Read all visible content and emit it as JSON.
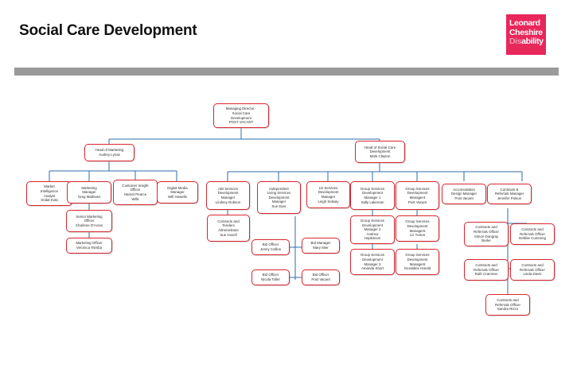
{
  "header": {
    "title": "Social Care Development",
    "logo": {
      "line1": "Leonard",
      "line2": "Cheshire",
      "line3a": "Dis",
      "line3b": "ability"
    }
  },
  "colors": {
    "node_border": "#d9262e",
    "connector": "#2e6da4",
    "brand_pink": "#e8275a",
    "header_bar": "#9a9a9a",
    "text": "#2b2b2b"
  },
  "chart": {
    "type": "org-chart",
    "nodes": [
      {
        "id": "managing-director",
        "lines": [
          "Managing Director -",
          "Social Care",
          "Development",
          "POST VACANT"
        ]
      },
      {
        "id": "head-of-marketing",
        "lines": [
          "Head of Marketing",
          "Audrey Lynas"
        ]
      },
      {
        "id": "head-of-social-care-development",
        "lines": [
          "Head of Social Care",
          "Development",
          "Mark Clayton"
        ]
      },
      {
        "id": "market-intelligence-analyst",
        "lines": [
          "Market",
          "Intelligence",
          "Analyst",
          "Sridal Kota"
        ]
      },
      {
        "id": "marketing-manager",
        "lines": [
          "Marketing",
          "Manager",
          "Greg Mathews"
        ]
      },
      {
        "id": "customer-insight-officer",
        "lines": [
          "Customer Insight",
          "Officer",
          "Harriet Pearce",
          "Wills"
        ]
      },
      {
        "id": "digital-media-manager",
        "lines": [
          "Digital Media",
          "Manager",
          "Will Howells"
        ]
      },
      {
        "id": "senior-marketing-officer",
        "lines": [
          "Senior Marketing",
          "Officer",
          "Charlene D'Acres"
        ]
      },
      {
        "id": "marketing-officer",
        "lines": [
          "Marketing Officer",
          "Veronica Tsimba"
        ]
      },
      {
        "id": "abi-services-development-manager",
        "lines": [
          "ABI Services",
          "Development",
          "Manager",
          "Lindsey Dobson"
        ]
      },
      {
        "id": "independent-living-services-development-manager",
        "lines": [
          "Independent",
          "Living Services",
          "Development",
          "Manager",
          "Sue Dyer"
        ]
      },
      {
        "id": "ld-services-development-manager",
        "lines": [
          "LD Services",
          "Development",
          "Manager",
          "Leigh Selway"
        ]
      },
      {
        "id": "group-services-development-manager-1",
        "lines": [
          "Group Services",
          "Development",
          "Manager 1",
          "Sally Lakeman"
        ]
      },
      {
        "id": "group-services-development-manager-4",
        "lines": [
          "Group Services",
          "Development",
          "Manager4",
          "Post Vacant"
        ]
      },
      {
        "id": "accomodation-design-manager",
        "lines": [
          "Accomodation",
          "Design Manager",
          "Post Vacant"
        ]
      },
      {
        "id": "contracts-referrals-manager",
        "lines": [
          "Contracts &",
          "Referrals Manager",
          "Jennifer Polson"
        ]
      },
      {
        "id": "contracts-and-tenders-administrator",
        "lines": [
          "Contracts and",
          "Tenders",
          "Administrator",
          "Sue Hovell"
        ]
      },
      {
        "id": "group-services-development-manager-2",
        "lines": [
          "Group Services",
          "Development",
          "Manager 2",
          "Andrew",
          "Hopkinson"
        ]
      },
      {
        "id": "group-services-development-manager-5",
        "lines": [
          "Group Services",
          "Development",
          "Manager5",
          "Liz Turton"
        ]
      },
      {
        "id": "group-services-development-manager-3",
        "lines": [
          "Group Services",
          "Development",
          "Manager 3",
          "Amanda Short"
        ]
      },
      {
        "id": "group-services-development-manager-6",
        "lines": [
          "Group Services",
          "Development",
          "Manager6",
          "Geraldine Harold"
        ]
      },
      {
        "id": "bid-officer-jenny-collins",
        "lines": [
          "Bid Officer",
          "Jenny Collins"
        ]
      },
      {
        "id": "bid-manager-mary-mier",
        "lines": [
          "Bid Manager",
          "Mary Mier"
        ]
      },
      {
        "id": "bid-officer-nicola-toller",
        "lines": [
          "Bid Officer",
          "Nicola Toller"
        ]
      },
      {
        "id": "bid-officer-post-vacant",
        "lines": [
          "Bid Officer",
          "Post Vacant"
        ]
      },
      {
        "id": "contracts-referrals-officer-simon-dongray-burke",
        "lines": [
          "Contracts and",
          "Referrals Officer",
          "Simon Dongray",
          "Burke"
        ]
      },
      {
        "id": "contracts-referrals-officer-debbie-cumming",
        "lines": [
          "Contracts and",
          "Referrals Officer",
          "Debbie Cumming"
        ]
      },
      {
        "id": "contracts-referrals-officer-ruth-crammer",
        "lines": [
          "Contracts and",
          "Referrals Officer",
          "Ruth Crammer"
        ]
      },
      {
        "id": "contracts-referrals-officer-linda-davis",
        "lines": [
          "Contracts and",
          "Referrals Officer",
          "Linda Davis"
        ]
      },
      {
        "id": "contracts-referrals-officer-sandra-rizzo",
        "lines": [
          "Contracts and",
          "Referrals Officer",
          "Sandra Rizzo"
        ]
      }
    ]
  }
}
